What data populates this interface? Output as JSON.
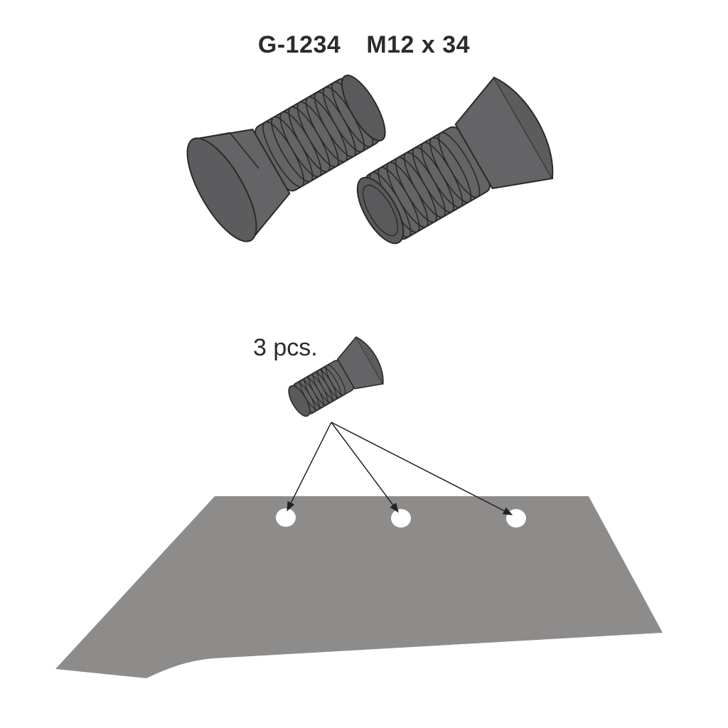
{
  "title": {
    "part_number": "G-1234",
    "size": "M12 x 34"
  },
  "quantity_label": "3 pcs.",
  "colors": {
    "bolt_fill": "#646466",
    "bolt_dark": "#545456",
    "bolt_stroke": "#2a2a2a",
    "blade_fill": "#8e8c8b",
    "arrow_color": "#222222",
    "text_color": "#2b2b2b"
  },
  "mounting_holes": 3
}
